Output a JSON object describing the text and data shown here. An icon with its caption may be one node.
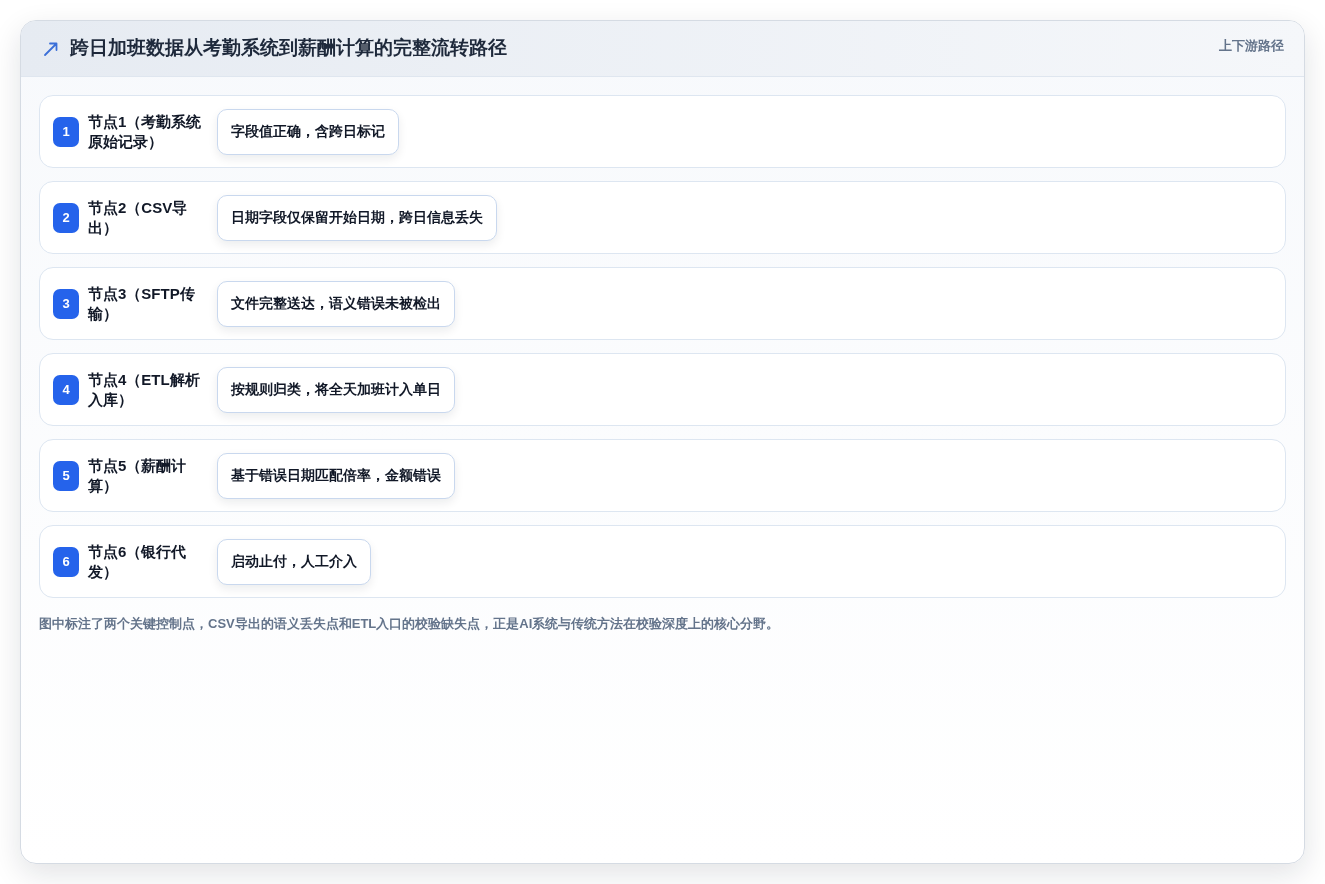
{
  "diagram": {
    "title": "跨日加班数据从考勤系统到薪酬计算的完整流转路径",
    "caption": "图中标注了两个关键控制点，CSV导出的语义丢失点和ETL入口的校验缺失点，正是AI系统与传统方法在校验深度上的核心分野。",
    "nodes": [
      {
        "text": [
          "节点1（考勤系统原始记录）"
        ]
      },
      {
        "text": [
          "1"
        ],
        "in": 0
      },
      {
        "text": [
          "字段值正确，含跨日标记"
        ],
        "in": 0
      },
      {
        "text": [
          "节点2（CSV导出）"
        ]
      },
      {
        "text": [
          "2"
        ],
        "in": 3
      },
      {
        "text": [
          "日期字段仅保留开始日期，跨日信息丢失"
        ],
        "in": 3
      },
      {
        "text": [
          "节点3（SFTP传输）"
        ]
      },
      {
        "text": [
          "3"
        ],
        "in": 6
      },
      {
        "text": [
          "文件完整送达，语义错误未被检出"
        ],
        "in": 6
      },
      {
        "text": [
          "节点4（ETL解析入库）"
        ]
      },
      {
        "text": [
          "4"
        ],
        "in": 9
      },
      {
        "text": [
          "按规则归类，将全天加班计入单日"
        ],
        "in": 9
      },
      {
        "text": [
          "节点5（薪酬计算）"
        ]
      },
      {
        "text": [
          "5"
        ],
        "in": 12
      },
      {
        "text": [
          "基于错误日期匹配倍率，金额错误"
        ],
        "in": 12
      },
      {
        "text": [
          "节点6（银行代发）"
        ]
      },
      {
        "text": [
          "6"
        ],
        "in": 15
      },
      {
        "text": [
          "启动止付，人工介入"
        ],
        "in": 15
      }
    ],
    "labels": [
      "上下游路径"
    ]
  }
}
